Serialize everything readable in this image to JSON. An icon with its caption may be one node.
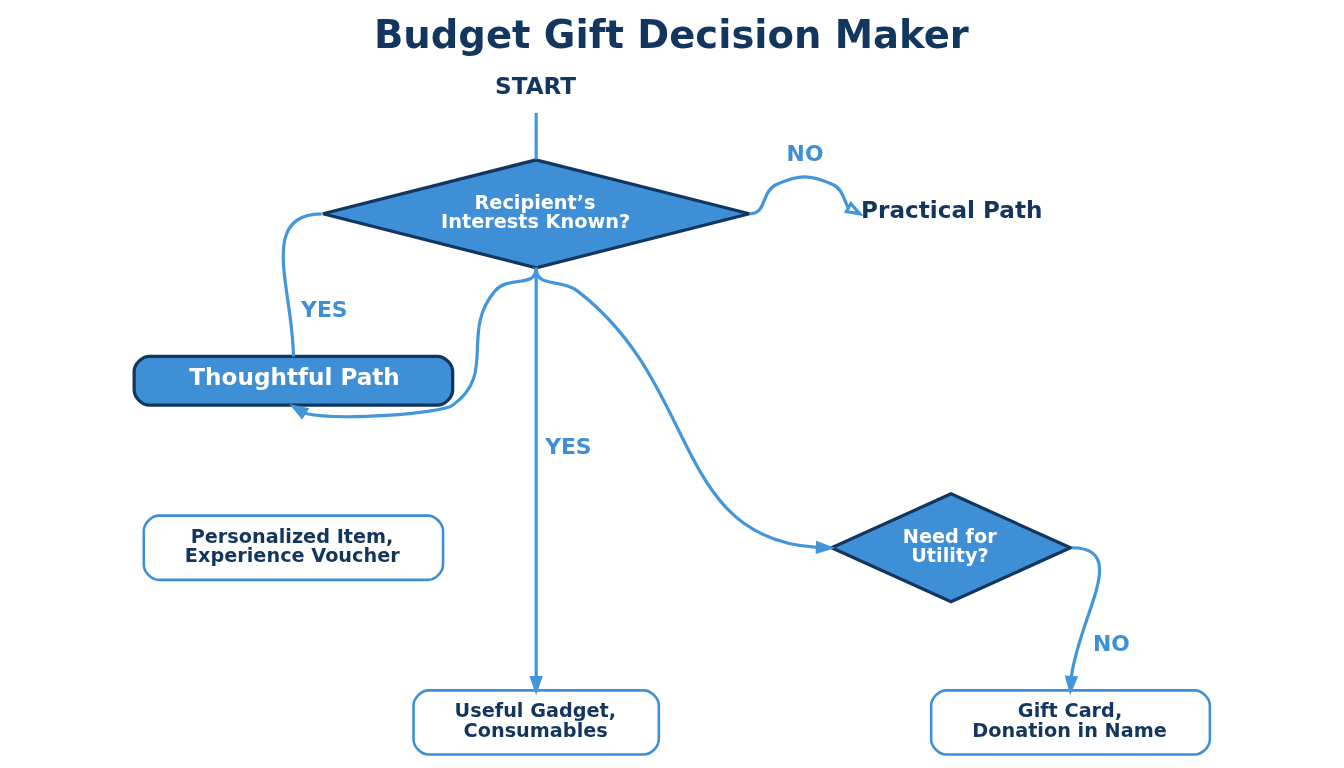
{
  "diagram": {
    "title": "Budget Gift Decision Maker",
    "nodes": [
      {
        "text": [
          "START"
        ]
      },
      {
        "text": [
          "Recipient’s Interests Known?"
        ]
      },
      {
        "text": [
          "Thoughtful Path"
        ]
      },
      {
        "text": [
          "Practical Path"
        ]
      },
      {
        "text": [
          "Need for Utility?"
        ]
      },
      {
        "text": [
          "Personalized Item, Experience Voucher"
        ]
      },
      {
        "text": [
          "Useful Gadget, Consumables"
        ]
      },
      {
        "text": [
          "Gift Card, Donation in Name"
        ]
      }
    ],
    "edges": [
      {
        "from": 0,
        "to": 1,
        "arrow": "none"
      },
      {
        "from": 1,
        "to": 2,
        "arrow": "none",
        "label": "YES"
      },
      {
        "from": 1,
        "to": 3,
        "arrow": "to",
        "label": "NO"
      },
      {
        "from": 1,
        "to": 2,
        "arrow": "to"
      },
      {
        "from": 1,
        "to": 4,
        "arrow": "to"
      },
      {
        "from": 1,
        "to": 6,
        "arrow": "to",
        "label": "YES"
      },
      {
        "from": 4,
        "to": 7,
        "arrow": "to",
        "label": "NO"
      }
    ]
  }
}
